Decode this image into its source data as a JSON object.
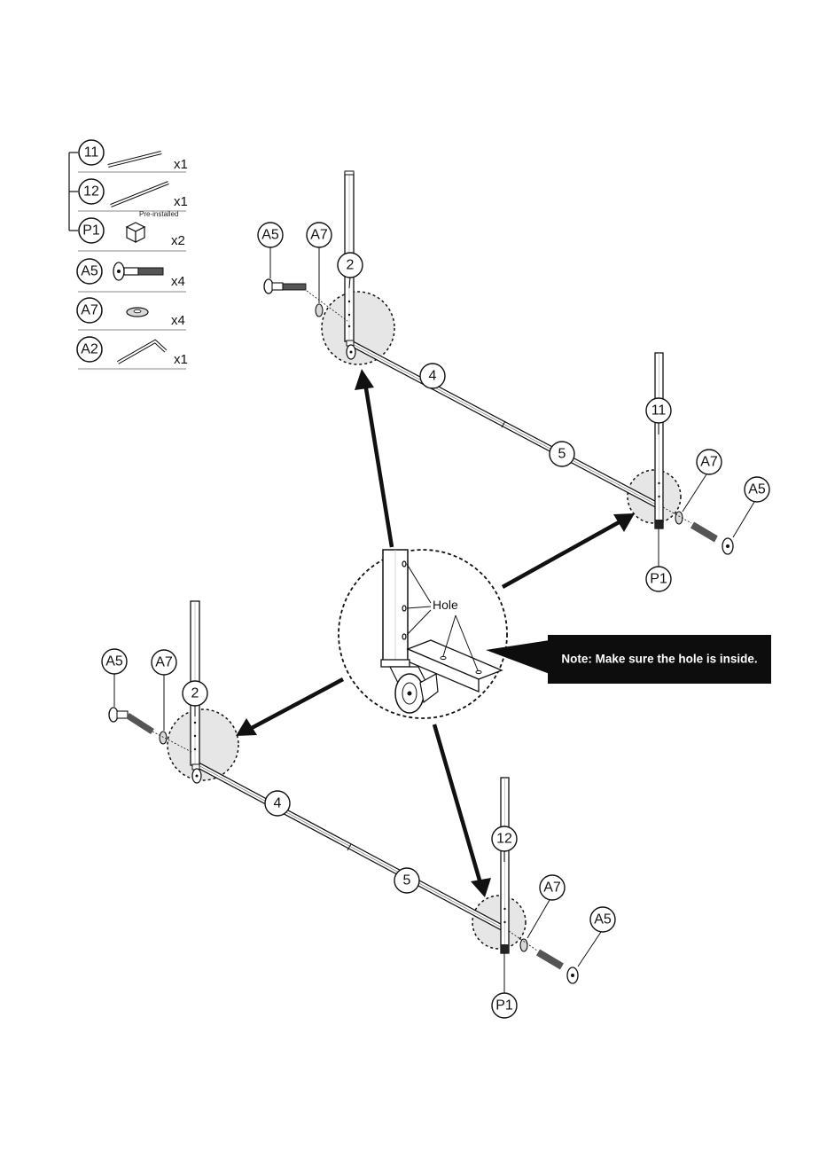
{
  "parts_list": {
    "rows": [
      {
        "id": "11",
        "qty": "x1"
      },
      {
        "id": "12",
        "qty": "x1"
      },
      {
        "id": "P1",
        "qty": "x2",
        "note": "Pre-installed"
      },
      {
        "id": "A5",
        "qty": "x4"
      },
      {
        "id": "A7",
        "qty": "x4"
      },
      {
        "id": "A2",
        "qty": "x1"
      }
    ]
  },
  "callouts": {
    "A5": "A5",
    "A7": "A7",
    "P1": "P1",
    "post_left": "2",
    "post_right_top": "11",
    "post_right_bottom": "12",
    "rail_a": "4",
    "rail_b": "5"
  },
  "detail": {
    "hole_label": "Hole"
  },
  "note": {
    "text": "Note: Make sure the hole is inside."
  },
  "colors": {
    "ink": "#111111",
    "note_bg": "#0d0d0d",
    "zoom_fill": "#e6e6e6",
    "rod": "#ffffff"
  }
}
